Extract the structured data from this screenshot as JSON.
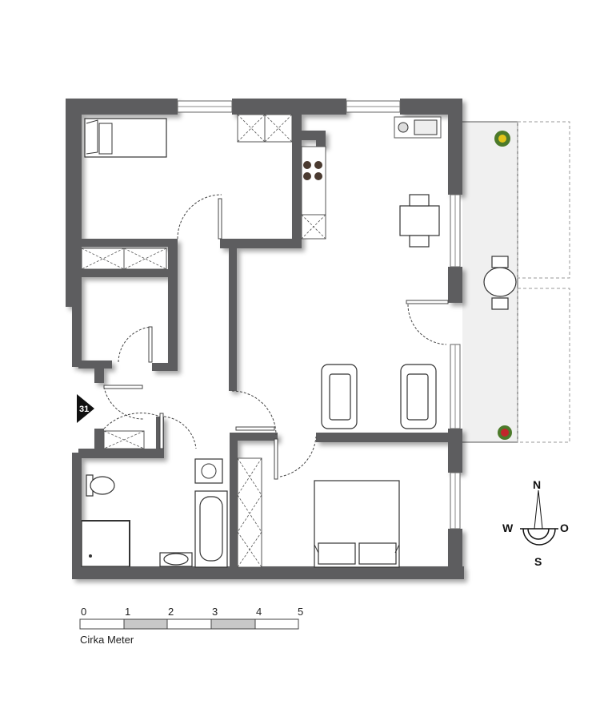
{
  "plan": {
    "unit_number": "31",
    "scale": {
      "ticks": [
        "0",
        "1",
        "2",
        "3",
        "4",
        "5"
      ],
      "label": "Cirka Meter"
    },
    "compass": {
      "north": "N",
      "south": "S",
      "west": "W",
      "east": "O"
    }
  },
  "colors": {
    "wall": "#5d5d5f",
    "balcony": "#f0f0f0",
    "scale_fill": "#c8c8c8"
  }
}
